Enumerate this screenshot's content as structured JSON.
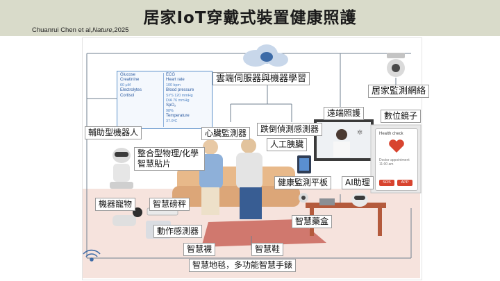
{
  "header": {
    "title": "居家IoT穿戴式裝置健康照護",
    "citation_prefix": "Chuanrui Chen et al,",
    "citation_journal": "Nature",
    "citation_year": ",2025"
  },
  "labels": {
    "cloud": "雲端伺服器與機器學習",
    "home_network": "居家監測網絡",
    "remote_care": "遠端照護",
    "digital_mirror": "數位鏡子",
    "assist_robot": "輔助型機器人",
    "heart_monitor": "心臟監測器",
    "fall_sensor": "跌倒偵測感測器",
    "artificial_pancreas": "人工胰臟",
    "smart_patch": "整合型物理/化學智慧貼片",
    "health_tablet": "健康監測平板",
    "ai_assistant": "AI助理",
    "robot_pet": "機器寵物",
    "smart_scale": "智慧磅秤",
    "motion_sensor": "動作感測器",
    "smart_pillbox": "智慧藥盒",
    "smart_socks": "智慧襪",
    "smart_shoes": "智慧鞋",
    "smart_carpet_watch": "智慧地毯，多功能智慧手錶"
  },
  "monitor": {
    "left": [
      {
        "name": "Glucose",
        "value": ""
      },
      {
        "name": "Creatinine",
        "value": "60 μM"
      },
      {
        "name": "Electrolytes",
        "value": ""
      },
      {
        "name": "Cortisol",
        "value": ""
      }
    ],
    "right": [
      {
        "name": "ECG",
        "value": ""
      },
      {
        "name": "Heart rate",
        "value": "100 bpm"
      },
      {
        "name": "Blood pressure",
        "value": "SYS 120 mmHg"
      },
      {
        "name": "",
        "value": "DIA 76 mmHg"
      },
      {
        "name": "SpO₂",
        "value": "98%"
      },
      {
        "name": "Temperature",
        "value": "37.0ºC"
      }
    ]
  },
  "health_card": {
    "title": "Health check",
    "detail": "Doctor appointment 11:00 am",
    "sos": "SOS",
    "app": "APP"
  },
  "colors": {
    "header_bg": "#d9dbca",
    "floor": "#f6e3dd",
    "carpet": "#c9655b",
    "monitor_blue": "#2a5aa0",
    "sofa": "#e8b98a",
    "table": "#b45a3c",
    "alert_red": "#d8442f"
  }
}
